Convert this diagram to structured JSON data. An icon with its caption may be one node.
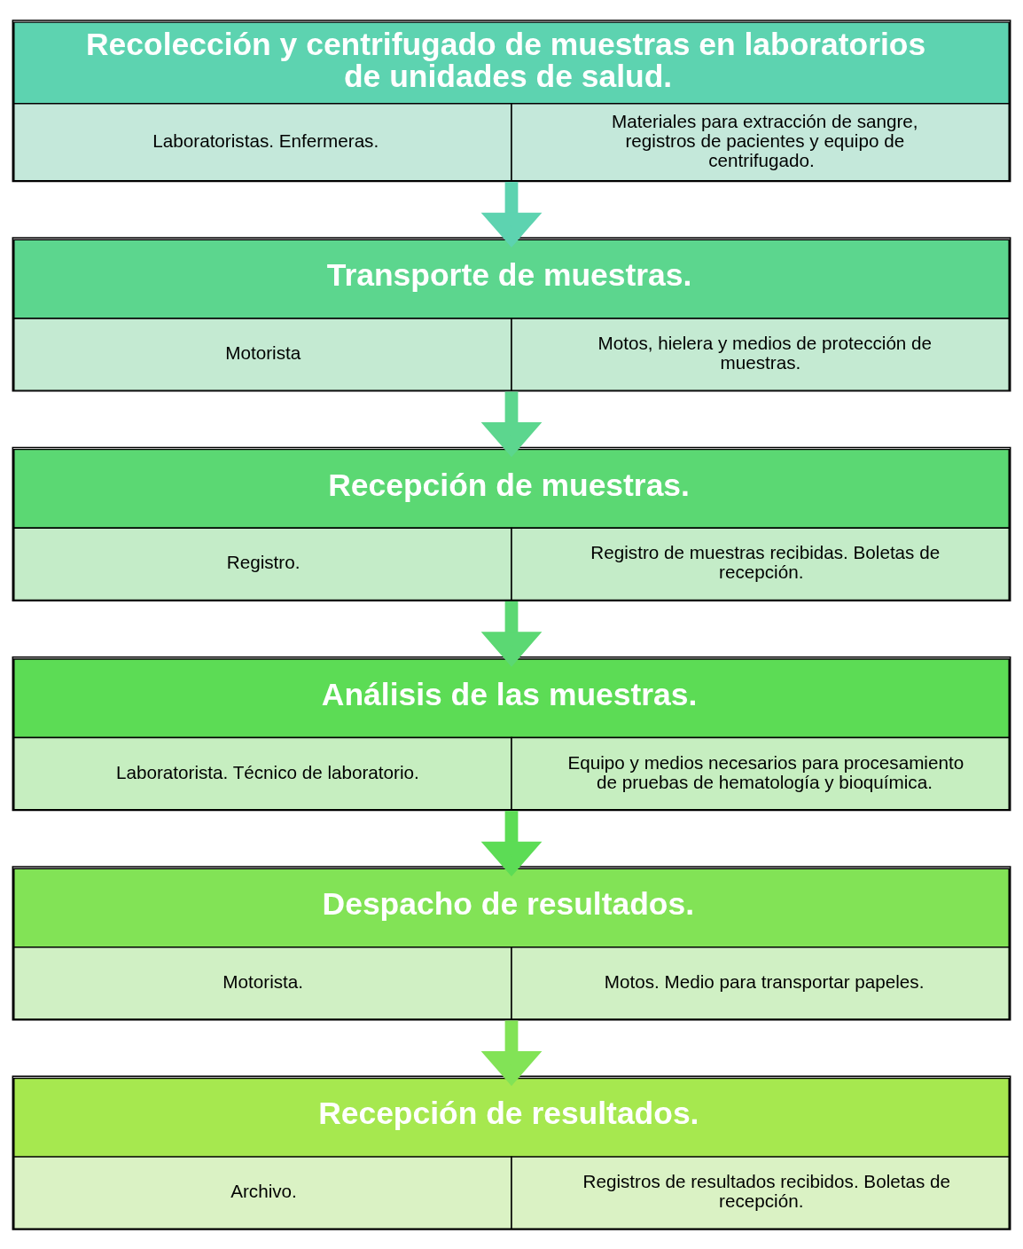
{
  "diagram": {
    "nodes": [
      {
        "text": [
          "Recolección y centrifugado de muestras en laboratorios de unidades de salud.",
          "Laboratoristas. Enfermeras.",
          "Materiales para extracción de sangre, registros de pacientes y equipo de centrifugado."
        ]
      },
      {
        "text": [
          "Transporte de muestras.",
          "Motorista",
          "Motos, hielera y medios de protección de muestras."
        ]
      },
      {
        "text": [
          "Recepción de muestras.",
          "Registro.",
          "Registro de muestras recibidas. Boletas de recepción."
        ]
      },
      {
        "text": [
          "Análisis de las muestras.",
          "Laboratorista. Técnico de laboratorio.",
          "Equipo y medios necesarios para procesamiento de pruebas de hematología y bioquímica."
        ]
      },
      {
        "text": [
          "Despacho de resultados.",
          "Motorista.",
          "Motos. Medio para transportar papeles."
        ]
      },
      {
        "text": [
          "Recepción de resultados.",
          "Archivo.",
          "Registros de resultados recibidos. Boletas de recepción."
        ]
      }
    ],
    "edges": [
      {
        "from": 0,
        "to": 1,
        "arrow": "to",
        "color": "#5dd3b0"
      },
      {
        "from": 1,
        "to": 2,
        "arrow": "to",
        "color": "#5cd68e"
      },
      {
        "from": 2,
        "to": 3,
        "arrow": "to",
        "color": "#5bd873"
      },
      {
        "from": 3,
        "to": 4,
        "arrow": "to",
        "color": "#5cdc55"
      },
      {
        "from": 4,
        "to": 5,
        "arrow": "to",
        "color": "#82e356"
      }
    ]
  }
}
